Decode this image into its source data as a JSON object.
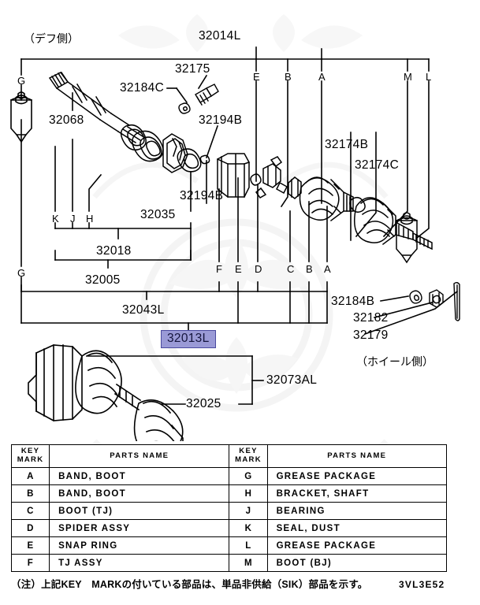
{
  "diagram": {
    "code": "3VL3E52",
    "note": "（注）上記KEY　MARKの付いている部品は、単品非供給（SIK）部品を示す。",
    "side_labels": {
      "diff": "（デフ側）",
      "wheel": "（ホイール側）"
    },
    "highlighted_part": "32013L",
    "part_numbers": {
      "p32014L": "32014L",
      "p32175": "32175",
      "p32184C": "32184C",
      "p32068": "32068",
      "p32194B_upper": "32194B",
      "p32194B_lower": "32194B",
      "p32035": "32035",
      "p32018": "32018",
      "p32005": "32005",
      "p32043L": "32043L",
      "p32174B": "32174B",
      "p32174C": "32174C",
      "p32184B": "32184B",
      "p32182": "32182",
      "p32179": "32179",
      "p32073AL": "32073AL",
      "p32025": "32025"
    },
    "key_marks": {
      "g_top": "G",
      "g_bottom": "G",
      "e_top": "E",
      "b_top": "B",
      "a_top": "A",
      "m_top": "M",
      "l_top": "L",
      "k": "K",
      "j": "J",
      "h": "H",
      "f_row": "F",
      "e_row": "E",
      "d_row": "D",
      "c_row": "C",
      "b_row": "B",
      "a_row": "A"
    }
  },
  "table": {
    "headers": {
      "key_mark_line1": "KEY",
      "key_mark_line2": "MARK",
      "parts_name": "PARTS NAME"
    },
    "rows_left": [
      {
        "mark": "A",
        "name": "BAND, BOOT"
      },
      {
        "mark": "B",
        "name": "BAND, BOOT"
      },
      {
        "mark": "C",
        "name": "BOOT (TJ)"
      },
      {
        "mark": "D",
        "name": "SPIDER ASSY"
      },
      {
        "mark": "E",
        "name": "SNAP RING"
      },
      {
        "mark": "F",
        "name": "TJ ASSY"
      }
    ],
    "rows_right": [
      {
        "mark": "G",
        "name": "GREASE PACKAGE"
      },
      {
        "mark": "H",
        "name": "BRACKET, SHAFT"
      },
      {
        "mark": "J",
        "name": "BEARING"
      },
      {
        "mark": "K",
        "name": "SEAL, DUST"
      },
      {
        "mark": "L",
        "name": "GREASE PACKAGE"
      },
      {
        "mark": "M",
        "name": "BOOT (BJ)"
      }
    ]
  }
}
